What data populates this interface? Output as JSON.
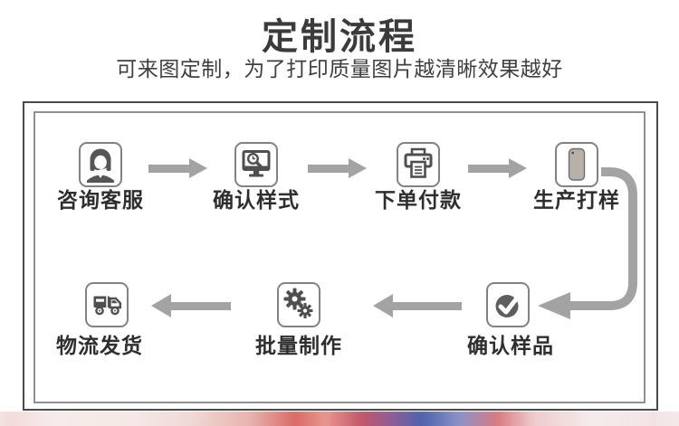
{
  "header": {
    "title": "定制流程",
    "subtitle": "可来图定制，为了打印质量图片越清晰效果越好"
  },
  "flow": {
    "steps_top": [
      {
        "label": "咨询客服",
        "icon": "customer-service-icon"
      },
      {
        "label": "确认样式",
        "icon": "monitor-preview-icon"
      },
      {
        "label": "下单付款",
        "icon": "printer-icon"
      },
      {
        "label": "生产打样",
        "icon": "phone-case-icon"
      }
    ],
    "steps_bottom": [
      {
        "label": "物流发货",
        "icon": "delivery-truck-icon"
      },
      {
        "label": "批量制作",
        "icon": "gears-icon"
      },
      {
        "label": "确认样品",
        "icon": "check-circle-icon"
      }
    ]
  },
  "colors": {
    "arrow": "#a3a3a3",
    "label_text": "#2e2e2e",
    "title_text": "#3b3b3b",
    "outer_border": "#4b4b4b",
    "inner_border": "#909090",
    "icon_stroke": "#4f4f4f",
    "phone_case_fill": "#b7b1a9"
  }
}
